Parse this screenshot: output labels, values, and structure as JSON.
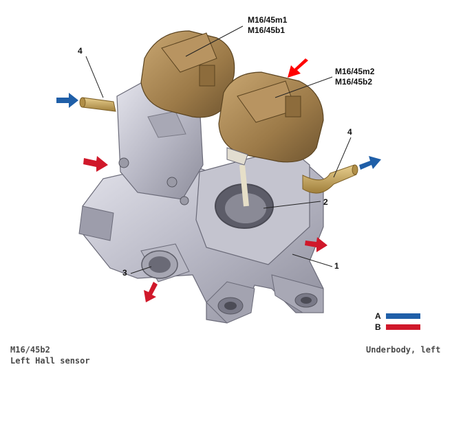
{
  "labels": {
    "m16_45m1": "M16/45m1",
    "m16_45b1": "M16/45b1",
    "m16_45m2": "M16/45m2",
    "m16_45b2": "M16/45b2",
    "num_4_top": "4",
    "num_4_right": "4",
    "num_2": "2",
    "num_1": "1",
    "num_3": "3"
  },
  "legend": {
    "a": "A",
    "b": "B",
    "a_color": "#1f5fa8",
    "b_color": "#d0182a"
  },
  "caption": {
    "line1": "M16/45b2",
    "line2": "Left Hall sensor",
    "right": "Underbody, left"
  },
  "colors": {
    "flow_in": "#d0182a",
    "flow_out": "#1f5fa8",
    "housing": "#c8c8d2",
    "actuator": "#a88655",
    "pipe": "#c9a35c"
  }
}
